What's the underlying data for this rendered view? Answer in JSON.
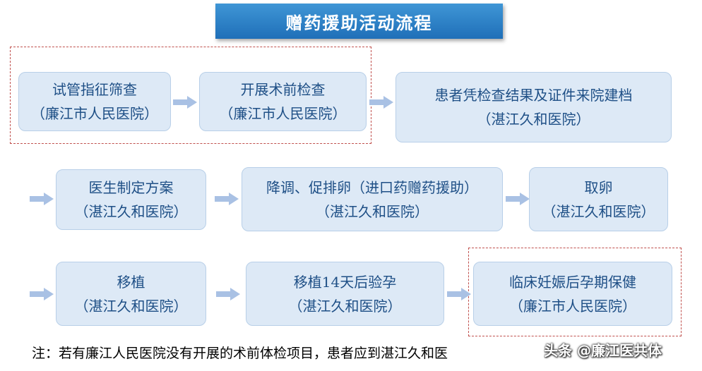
{
  "title": "赠药援助活动流程",
  "steps": [
    {
      "line1": "试管指征筛查",
      "line2": "（廉江市人民医院）"
    },
    {
      "line1": "开展术前检查",
      "line2": "（廉江市人民医院）"
    },
    {
      "line1": "患者凭检查结果及证件来院建档",
      "line2": "（湛江久和医院）"
    },
    {
      "line1": "医生制定方案",
      "line2": "（湛江久和医院）"
    },
    {
      "line1": "降调、促排卵（进口药赠药援助）",
      "line2": "（湛江久和医院）"
    },
    {
      "line1": "取卵",
      "line2": "（湛江久和医院）"
    },
    {
      "line1": "移植",
      "line2": "（湛江久和医院）"
    },
    {
      "line1": "移植14天后验孕",
      "line2": "（湛江久和医院）"
    },
    {
      "line1": "临床妊娠后孕期保健",
      "line2": "（廉江市人民医院）"
    }
  ],
  "note": "注：若有廉江人民医院没有开展的术前体检项目，患者应到湛江久和医",
  "watermark": "头条 @廉江医共体",
  "colors": {
    "title_bg": "#2a80c6",
    "box_bg": "#dde9f6",
    "box_text": "#1e4f86",
    "arrow": "#a9c1e4",
    "dashed_border": "#c0504d"
  }
}
